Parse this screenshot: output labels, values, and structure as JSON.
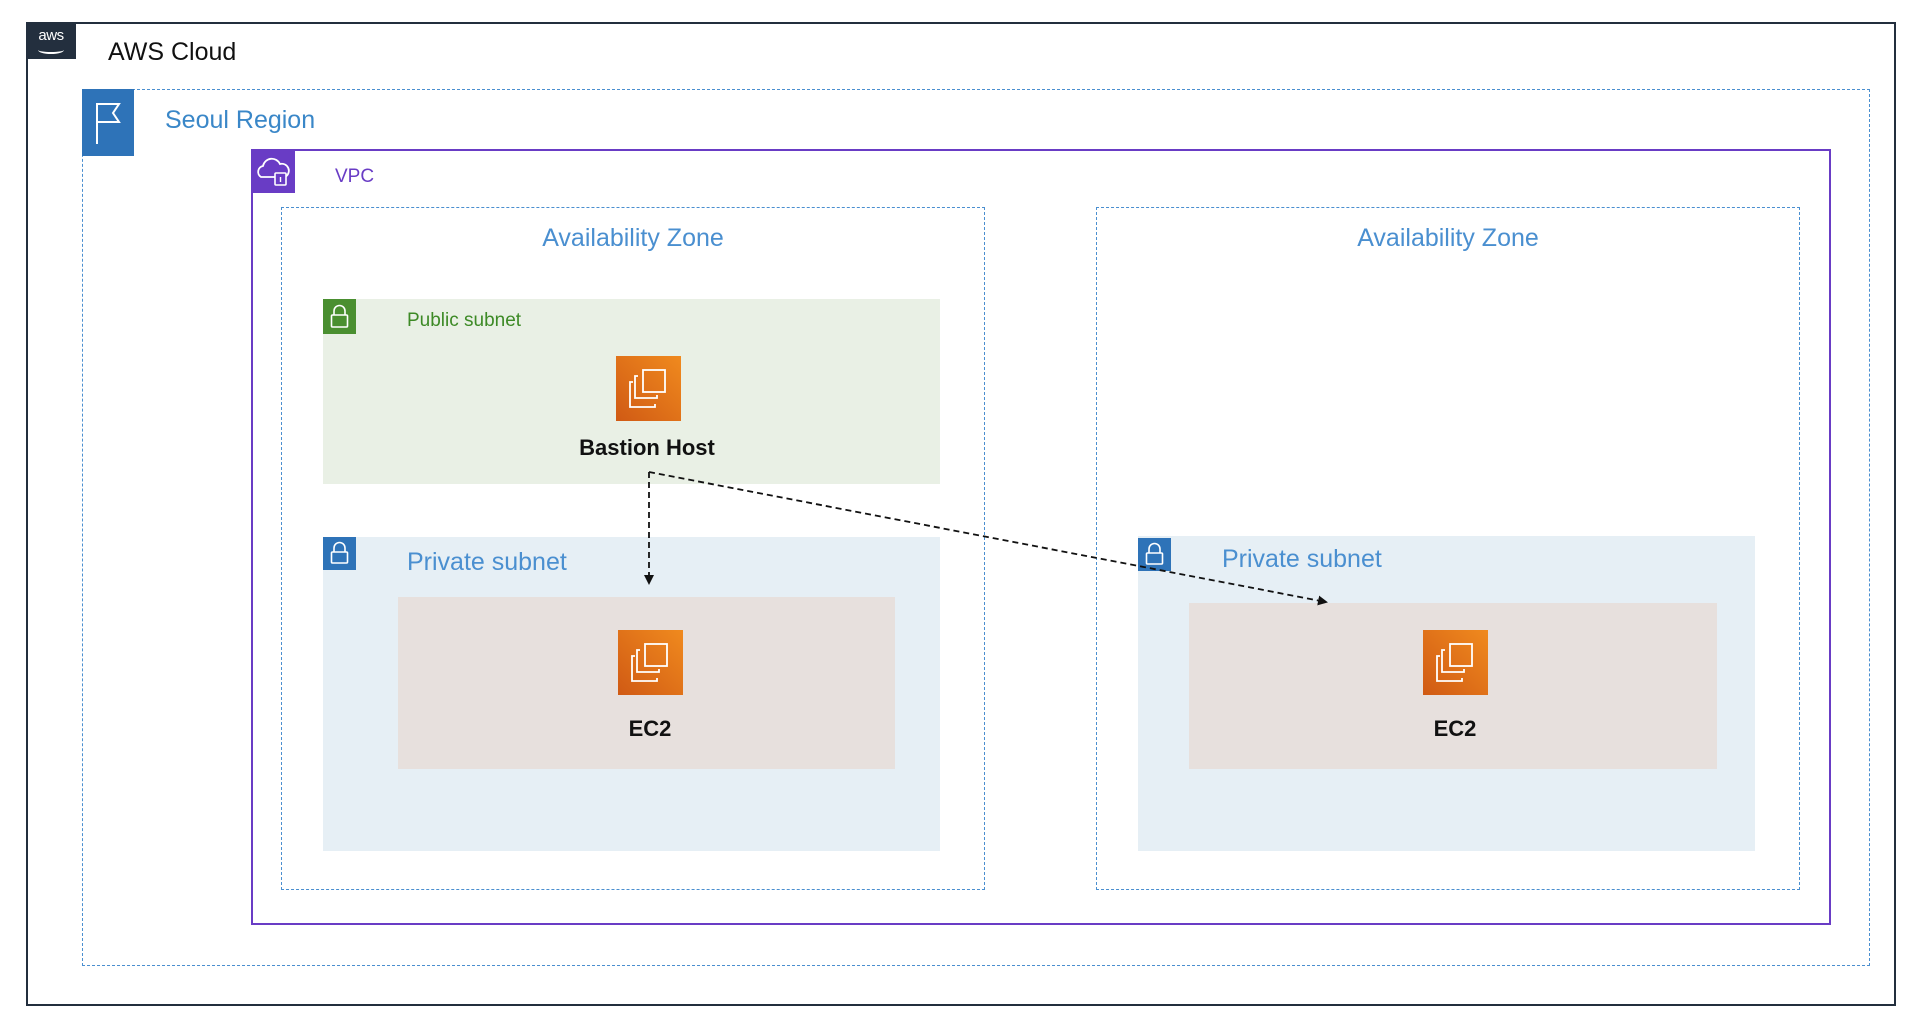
{
  "aws_cloud": {
    "label": "AWS Cloud",
    "logo_text": "aws"
  },
  "region": {
    "label": "Seoul Region"
  },
  "vpc": {
    "label": "VPC"
  },
  "availability_zones": [
    {
      "label": "Availability Zone"
    },
    {
      "label": "Availability Zone"
    }
  ],
  "public_subnet": {
    "label": "Public subnet",
    "node": {
      "label": "Bastion Host"
    }
  },
  "private_subnets": [
    {
      "label": "Private subnet",
      "node": {
        "label": "EC2"
      }
    },
    {
      "label": "Private subnet",
      "node": {
        "label": "EC2"
      }
    }
  ],
  "colors": {
    "aws_dark": "#232f3e",
    "region_blue": "#2e73b8",
    "vpc_purple": "#693cc5",
    "public_green": "#4a8f30",
    "compute_orange": "#ed7100"
  },
  "icons": [
    "aws-logo",
    "region-flag-icon",
    "vpc-cloud-icon",
    "subnet-lock-icon",
    "ec2-instance-icon"
  ]
}
